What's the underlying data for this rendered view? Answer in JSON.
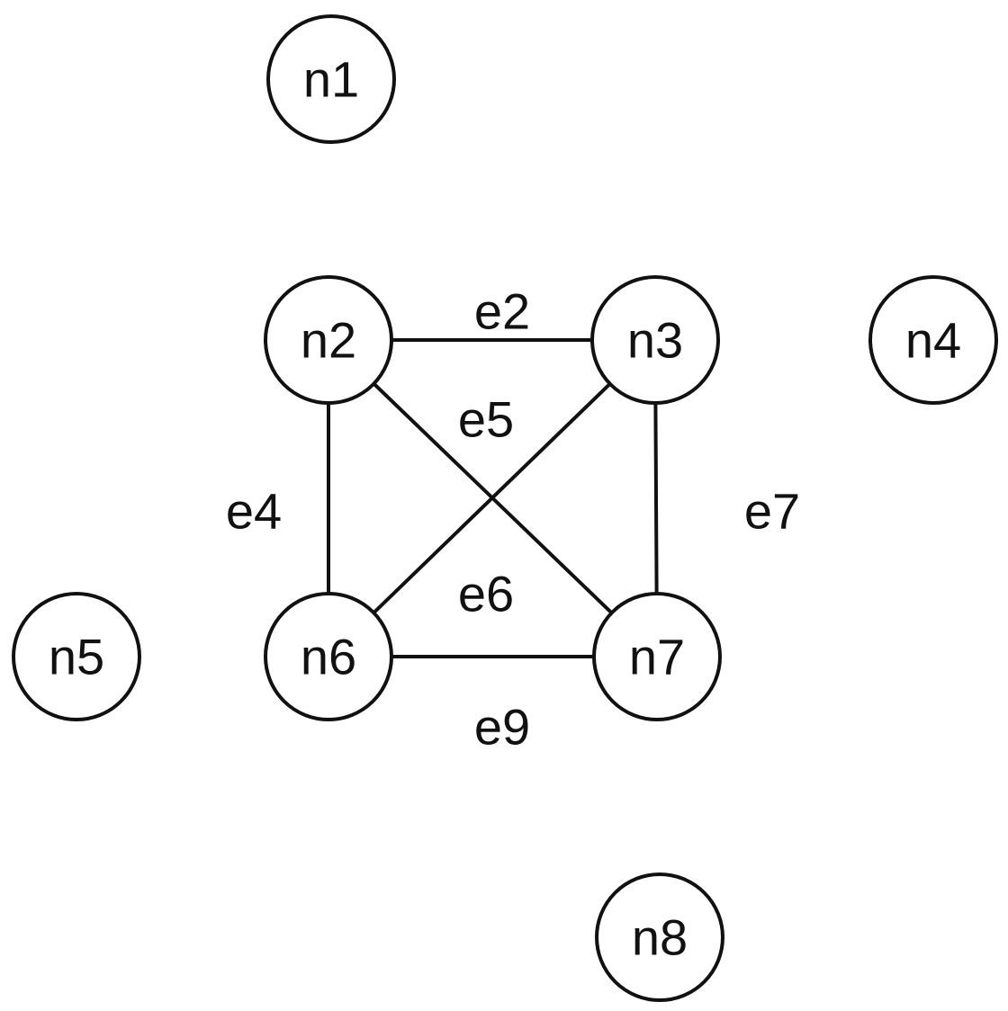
{
  "graph": {
    "nodes": [
      {
        "id": "n1",
        "label": "n1"
      },
      {
        "id": "n2",
        "label": "n2"
      },
      {
        "id": "n3",
        "label": "n3"
      },
      {
        "id": "n4",
        "label": "n4"
      },
      {
        "id": "n5",
        "label": "n5"
      },
      {
        "id": "n6",
        "label": "n6"
      },
      {
        "id": "n7",
        "label": "n7"
      },
      {
        "id": "n8",
        "label": "n8"
      }
    ],
    "edges": [
      {
        "id": "e2",
        "label": "e2",
        "source": "n2",
        "target": "n3"
      },
      {
        "id": "e4",
        "label": "e4",
        "source": "n2",
        "target": "n6"
      },
      {
        "id": "e5",
        "label": "e5",
        "source": "n2",
        "target": "n7"
      },
      {
        "id": "e6",
        "label": "e6",
        "source": "n3",
        "target": "n6"
      },
      {
        "id": "e7",
        "label": "e7",
        "source": "n3",
        "target": "n7"
      },
      {
        "id": "e9",
        "label": "e9",
        "source": "n6",
        "target": "n7"
      }
    ]
  }
}
